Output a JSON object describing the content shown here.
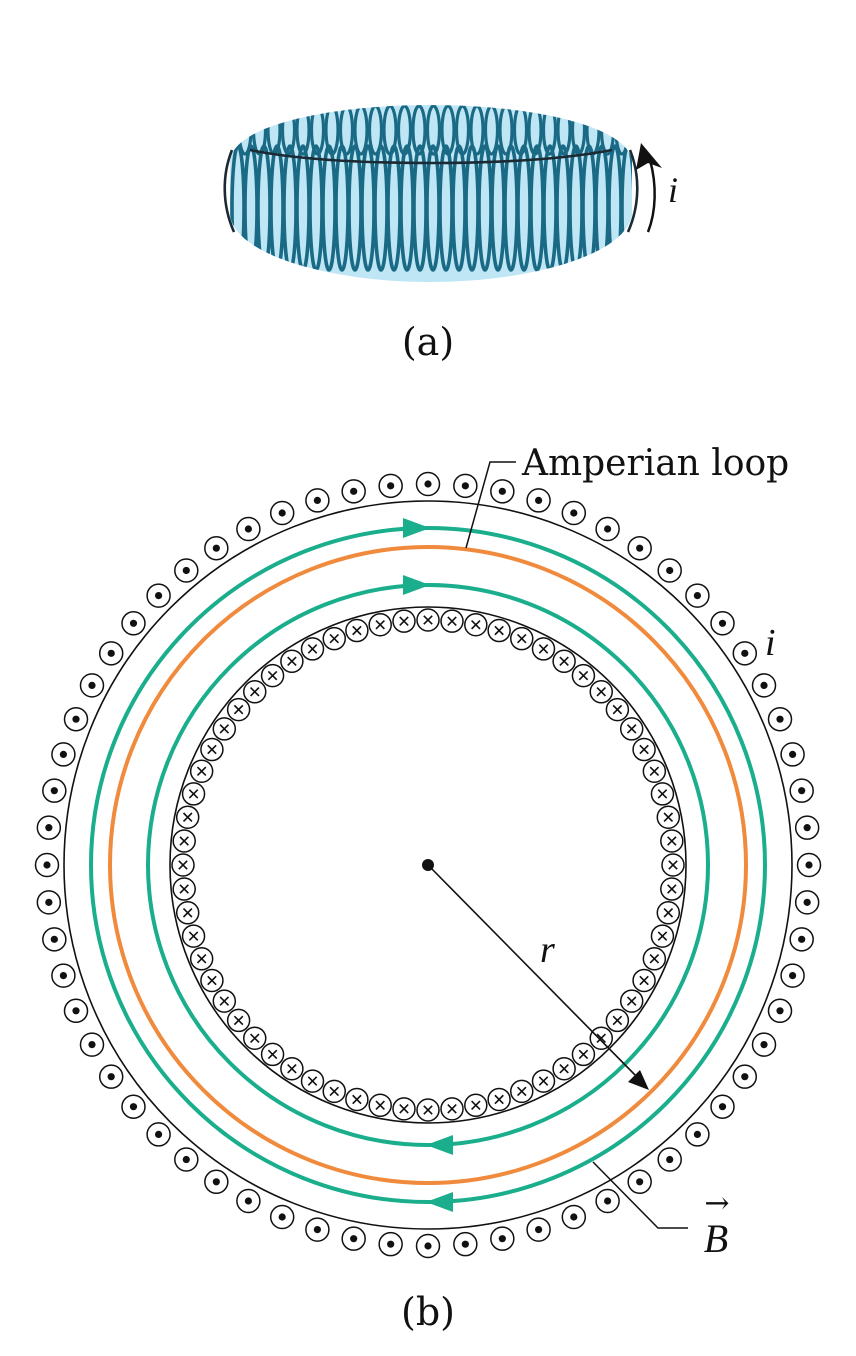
{
  "figure": {
    "panel_a": {
      "caption": "(a)",
      "current_label": "i",
      "colors": {
        "coil": "#1a6a86",
        "fill": "#bfe6f4",
        "arrow": "#111111"
      }
    },
    "panel_b": {
      "caption": "(b)",
      "amperian_loop_label": "Amperian loop",
      "current_label": "i",
      "radius_label": "r",
      "field_label": "B",
      "field_vector_arrow": "→",
      "colors": {
        "field_lines": "#1aae8c",
        "amperian_loop": "#f08a3c",
        "wires": "#111111",
        "coil_outline": "#111111"
      },
      "outer_wire_symbol": "dot-out-of-page-icon",
      "inner_wire_symbol": "cross-into-page-icon"
    }
  }
}
